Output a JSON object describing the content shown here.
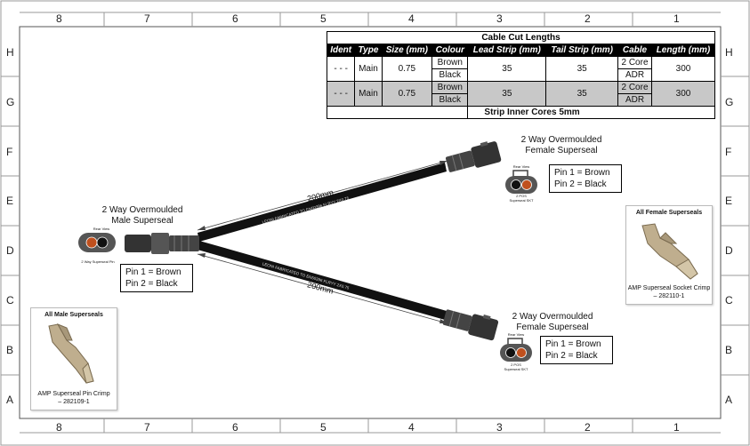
{
  "border": {
    "columns": [
      "8",
      "7",
      "6",
      "5",
      "4",
      "3",
      "2",
      "1"
    ],
    "rows": [
      "H",
      "G",
      "F",
      "E",
      "D",
      "C",
      "B",
      "A"
    ]
  },
  "table": {
    "title": "Cable Cut Lengths",
    "headers": [
      "Ident",
      "Type",
      "Size (mm)",
      "Colour",
      "Lead Strip (mm)",
      "Tail Strip (mm)",
      "Cable",
      "Length (mm)"
    ],
    "rows": [
      {
        "ident": "- - -",
        "type": "Main",
        "size": "0.75",
        "colour1": "Brown",
        "colour2": "Black",
        "lead": "35",
        "tail": "35",
        "cable1": "2 Core",
        "cable2": "ADR",
        "length": "300"
      },
      {
        "ident": "- - -",
        "type": "Main",
        "size": "0.75",
        "colour1": "Brown",
        "colour2": "Black",
        "lead": "35",
        "tail": "35",
        "cable1": "2 Core",
        "cable2": "ADR",
        "length": "300"
      }
    ],
    "footer": "Strip Inner Cores 5mm"
  },
  "male": {
    "title1": "2 Way Overmoulded",
    "title2": "Male Superseal",
    "pin1": "Pin 1 = Brown",
    "pin2": "Pin 2 = Black",
    "face_top": "Rear View",
    "face_bottom": "2 Way Superseal Pin"
  },
  "female_top": {
    "title1": "2 Way Overmoulded",
    "title2": "Female Superseal",
    "pin1": "Pin 1 = Brown",
    "pin2": "Pin 2 = Black",
    "face_top": "Rear View",
    "face_bottom1": "2 POS",
    "face_bottom2": "Superseal SKT"
  },
  "female_bottom": {
    "title1": "2 Way Overmoulded",
    "title2": "Female Superseal",
    "pin1": "Pin 1 = Brown",
    "pin2": "Pin 2 = Black",
    "face_top": "Rear View",
    "face_bottom1": "2 POS",
    "face_bottom2": "Superseal SKT"
  },
  "cables": {
    "upper_length": "200mm",
    "lower_length": "200mm",
    "print_text": "LEONI FABRICATED TO EN50396 FLRYY 2X0.75"
  },
  "crimp_female": {
    "title": "All Female Superseals",
    "desc1": "AMP Superseal Socket Crimp",
    "desc2": "– 282110-1"
  },
  "crimp_male": {
    "title": "All Male Superseals",
    "desc1": "AMP Superseal Pin Crimp",
    "desc2": "– 282109-1"
  },
  "colors": {
    "brown": "#c0501e",
    "black": "#111111",
    "grey": "#c8c8c8",
    "connector": "#555555"
  }
}
